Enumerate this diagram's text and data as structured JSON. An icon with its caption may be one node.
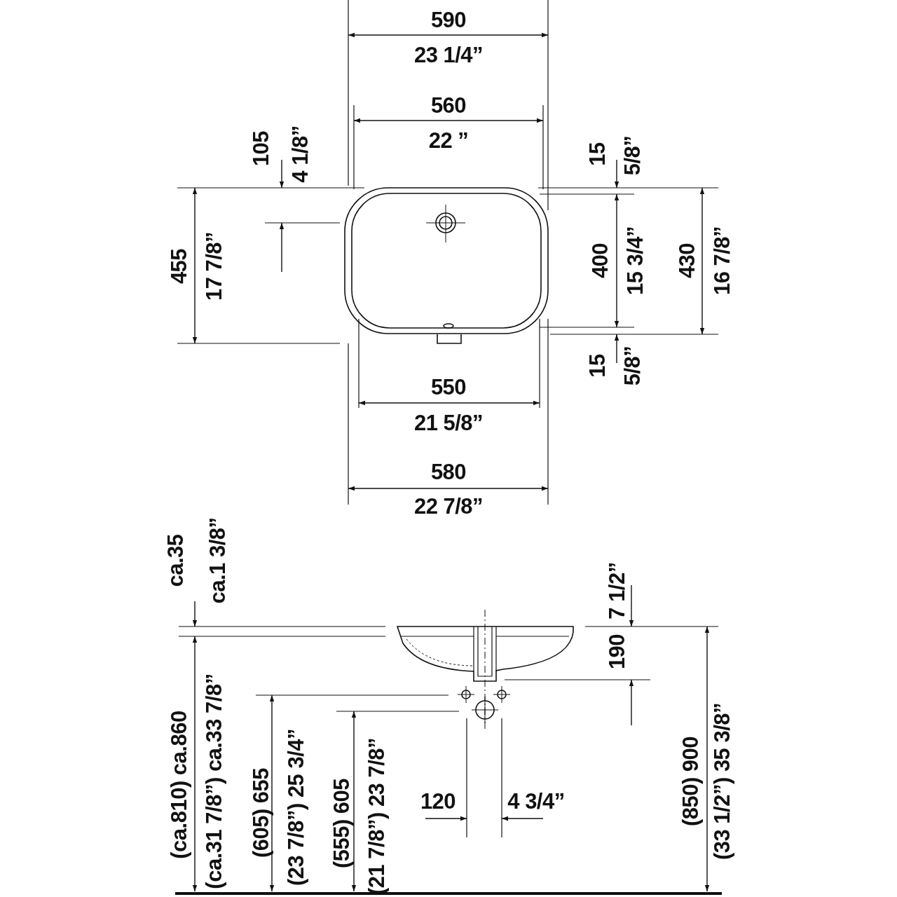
{
  "diagram": {
    "labels": [
      "590",
      "23 1/4”",
      "560",
      "22 ”",
      "105",
      "4 1/8”",
      "15",
      "5/8”",
      "455",
      "17 7/8”",
      "400",
      "15 3/4”",
      "430",
      "16 7/8”",
      "15",
      "5/8”",
      "550",
      "21 5/8”",
      "580",
      "22 7/8”",
      "ca.35",
      "ca.1 3/8”",
      "7 1/2”",
      "190",
      "(ca.810) ca.860",
      "(ca.31 7/8”) ca.33 7/8”",
      "(605) 655",
      "(23 7/8”) 25 3/4”",
      "(555) 605",
      "(21 7/8”) 23 7/8”",
      "120",
      "4 3/4”",
      "(850) 900",
      "(33 1/2”) 35 3/8”"
    ]
  }
}
